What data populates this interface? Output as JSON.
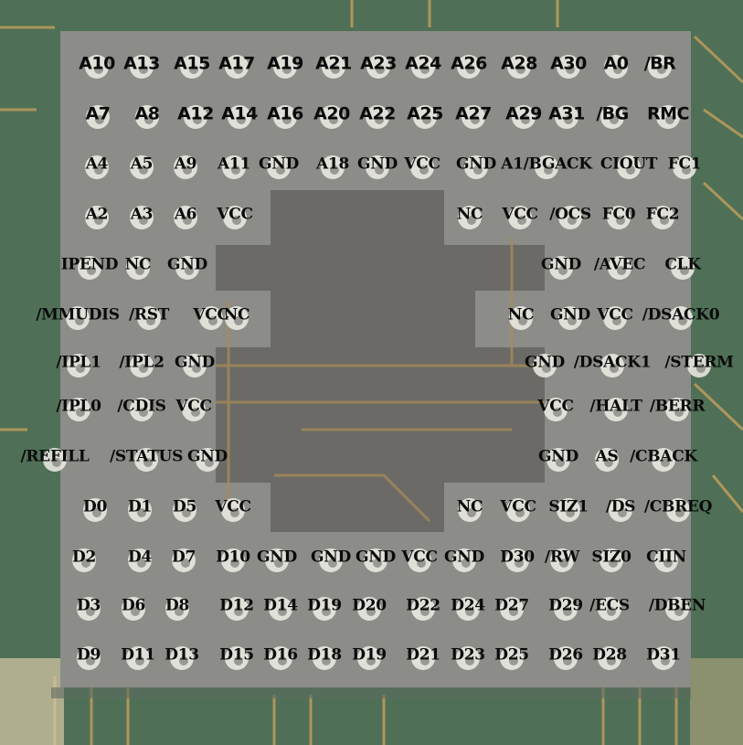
{
  "title": "",
  "colors": {
    "board": "#4a6a52",
    "socket": "#8a8a88",
    "cavity": "#6c6c69",
    "pin": "#efede6",
    "trace": "#b89a5c",
    "label": "#0a0a0a"
  },
  "pin_rows": [
    [
      "A10",
      "A13",
      "A15",
      "A17",
      "A19",
      "A21",
      "A23",
      "A24",
      "A26",
      "A28",
      "A30",
      "A0",
      "/BR"
    ],
    [
      "A7",
      "A8",
      "A12",
      "A14",
      "A16",
      "A20",
      "A22",
      "A25",
      "A27",
      "A29",
      "A31",
      "/BG",
      "RMC"
    ],
    [
      "A4",
      "A5",
      "A9",
      "A11",
      "GND",
      "A18",
      "GND",
      "VCC",
      "GND",
      "A1/BGACK",
      "CIOUT",
      "FC1"
    ],
    [
      "A2",
      "A3",
      "A6",
      "VCC",
      "NC",
      "VCC",
      "/OCS",
      "FC0",
      "FC2"
    ],
    [
      "IPEND",
      "NC",
      "GND",
      "GND",
      "/AVEC",
      "CLK"
    ],
    [
      "/MMUDIS",
      "/RST",
      "VCC",
      "NC",
      "NC",
      "GND",
      "VCC",
      "/DSACK0"
    ],
    [
      "/IPL1",
      "/IPL2",
      "GND",
      "GND",
      "/DSACK1",
      "/STERM"
    ],
    [
      "/IPL0",
      "/CDIS",
      "VCC",
      "VCC",
      "/HALT",
      "/BERR"
    ],
    [
      "/REFILL",
      "/STATUS",
      "GND",
      "GND",
      "AS",
      "/CBACK"
    ],
    [
      "D0",
      "D1",
      "D5",
      "VCC",
      "NC",
      "VCC",
      "SIZ1",
      "/DS",
      "/CBREQ"
    ],
    [
      "D2",
      "D4",
      "D7",
      "D10",
      "GND",
      "GND",
      "GND",
      "VCC",
      "GND",
      "D30",
      "/RW",
      "SIZ0",
      "CIIN"
    ],
    [
      "D3",
      "D6",
      "D8",
      "D12",
      "D14",
      "D19",
      "D20",
      "D22",
      "D24",
      "D27",
      "D29",
      "/ECS",
      "/DBEN"
    ],
    [
      "D9",
      "D11",
      "D13",
      "D15",
      "D16",
      "D18",
      "D19",
      "D21",
      "D23",
      "D25",
      "D26",
      "D28",
      "D31"
    ]
  ]
}
